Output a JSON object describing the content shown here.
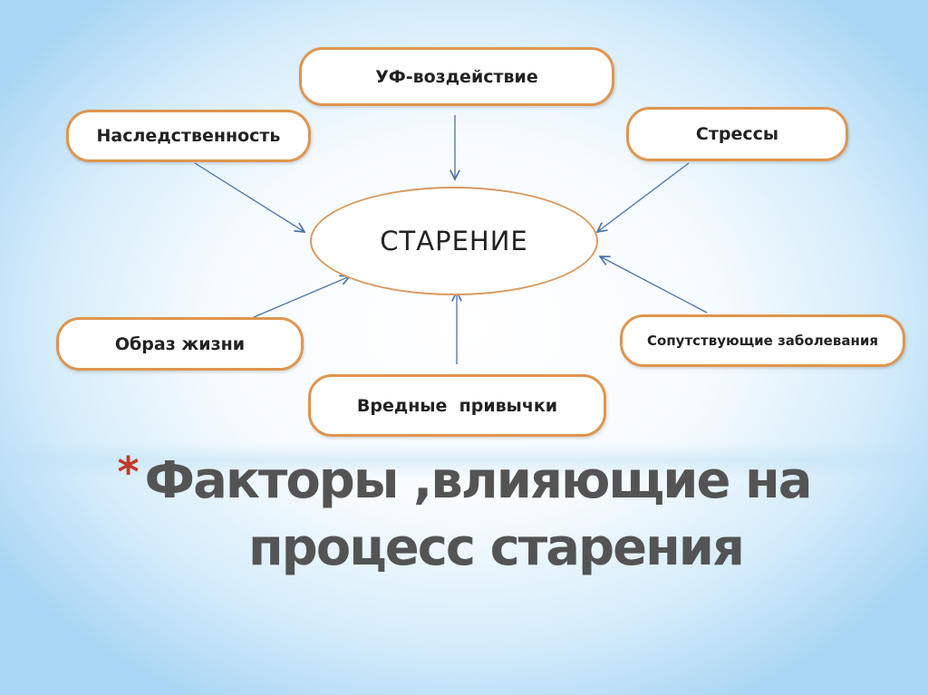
{
  "diagram": {
    "center": "СТАРЕНИЕ",
    "factors": [
      "УФ-воздействие",
      "Наследственность",
      "Стрессы",
      "Образ жизни",
      "Вредные  привычки",
      "Сопутствующие заболевания"
    ],
    "colors": {
      "box_border": "#e0954e",
      "arrow": "#4a72a8",
      "title": "#545454",
      "asterisk": "#c0392b"
    }
  },
  "title": {
    "bullet": "*",
    "line1": "Факторы ,влияющие на",
    "line2": "процесс старения"
  }
}
